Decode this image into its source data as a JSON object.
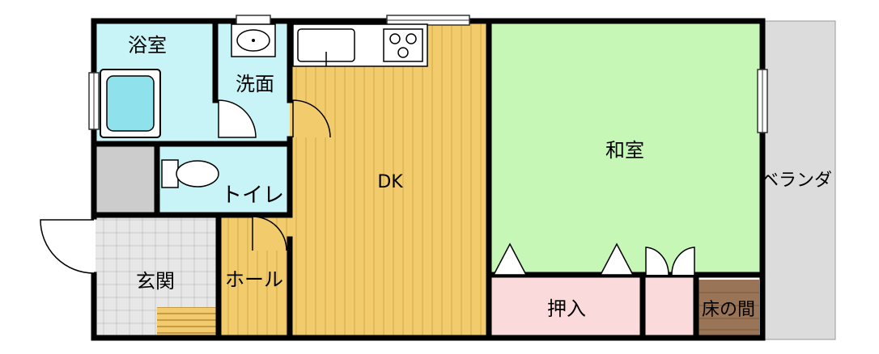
{
  "rooms": {
    "bath": "浴室",
    "washroom": "洗面",
    "toilet": "トイレ",
    "dk": "DK",
    "washitsu": "和室",
    "veranda": "ベランダ",
    "entrance": "玄関",
    "hall": "ホール",
    "oshiire": "押入",
    "tokonoma": "床の間"
  },
  "colors": {
    "wall": "#000000",
    "wet_area": "#c8f4f7",
    "dk_floor": "#f2cc6c",
    "dk_floor_line": "#d8ae4c",
    "washitsu": "#c6f7b6",
    "storage": "#fadadb",
    "tokonoma": "#9a7456",
    "entrance_tile": "#e7e7e7",
    "veranda": "#dcdcdc",
    "counter": "#ffffff"
  }
}
